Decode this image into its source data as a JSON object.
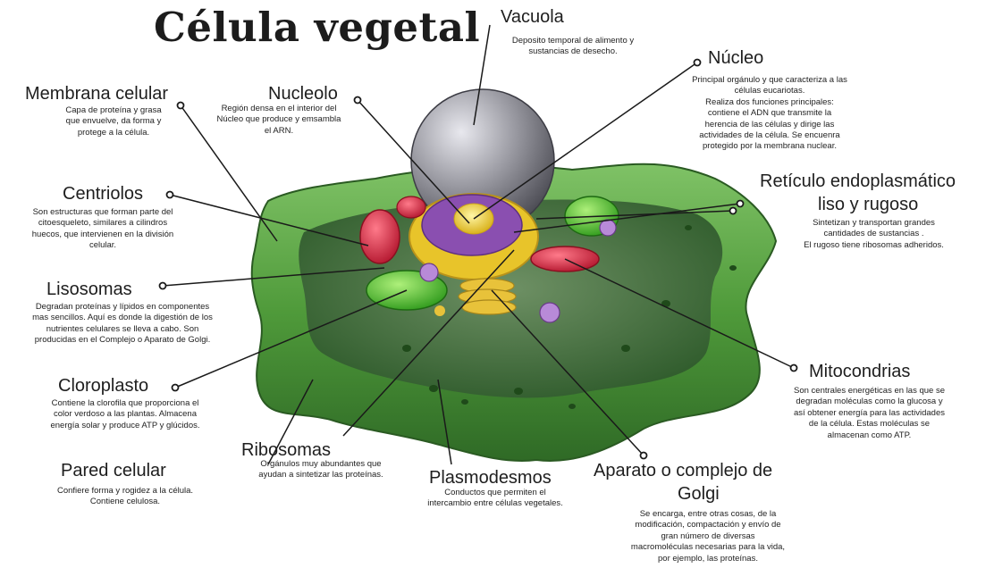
{
  "title": "Célula vegetal",
  "colors": {
    "cell_wall": "#4f9a3a",
    "cytoplasm": "#3e6b3a",
    "nucleus": "#e3c52a",
    "nuclear_envelope": "#8a4fb0",
    "vacuole": "#8c8c94",
    "chloroplast": "#4fbf2c",
    "mitochondria": "#d63048",
    "golgi": "#e8c23a"
  },
  "labels": {
    "vacuola": {
      "name": "Vacuola",
      "desc": "Deposito temporal de alimento y\nsustancias de desecho."
    },
    "nucleo": {
      "name": "Núcleo",
      "desc": "Principal orgánulo y que caracteriza a las\ncélulas eucariotas.\nRealiza dos funciones principales:\ncontiene el ADN que transmite la\nherencia de las células  y dirige las\nactividades de la célula. Se encuenra\nprotegido por la membrana nuclear."
    },
    "membrana": {
      "name": "Membrana celular",
      "desc": "Capa de proteína y grasa\nque envuelve, da forma y\nprotege a la célula."
    },
    "nucleolo": {
      "name": "Nucleolo",
      "desc": "Región densa en el interior del\nNúcleo que produce y emsambla\nel ARN."
    },
    "centriolos": {
      "name": "Centriolos",
      "desc": "Son estructuras que forman parte del\ncitoesqueleto, similares a cilindros\nhuecos, que intervienen en  la división\ncelular."
    },
    "reticulo": {
      "name_line1": "Retículo endoplasmático",
      "name_line2": "liso y rugoso",
      "desc": "Sintetizan y transportan grandes\ncantidades de sustancias .\nEl rugoso tiene ribosomas adheridos."
    },
    "lisosomas": {
      "name": "Lisosomas",
      "desc": "Degradan proteínas y lípidos en componentes\nmas sencillos. Aquí es donde la digestión de los\nnutrientes celulares se lleva a cabo. Son\nproducidas en el Complejo o Aparato de Golgi."
    },
    "mitocondrias": {
      "name": "Mitocondrias",
      "desc": "Son centrales energéticas en las que se\ndegradan moléculas como la glucosa y\nasí obtener energía para las actividades\nde la célula. Estas moléculas se\nalmacenan como ATP."
    },
    "cloroplasto": {
      "name": "Cloroplasto",
      "desc": "Contiene la clorofila que proporciona el\ncolor verdoso a las plantas. Almacena\nenergía solar y produce ATP y glúcidos."
    },
    "ribosomas": {
      "name": "Ribosomas",
      "desc": "Orgánulos muy abundantes que\nayudan a sintetizar las proteínas."
    },
    "pared": {
      "name": "Pared celular",
      "desc": "Confiere forma y rogidez a la célula.\nContiene celulosa."
    },
    "plasmodesmos": {
      "name": "Plasmodesmos",
      "desc": "Conductos que permiten el\nintercambio entre células vegetales."
    },
    "golgi": {
      "name_line1": "Aparato o complejo de",
      "name_line2": "Golgi",
      "desc": "Se encarga, entre otras cosas, de la\nmodificación, compactación y envío de\ngran número de diversas\nmacromoléculas necesarias para la vida,\npor ejemplo, las proteínas."
    }
  }
}
